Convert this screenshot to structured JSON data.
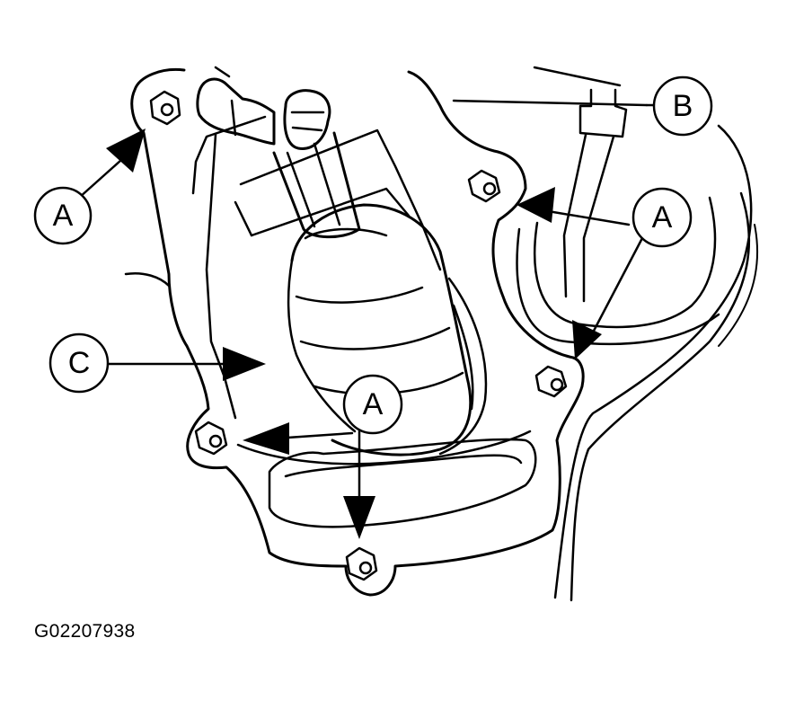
{
  "callouts": {
    "a1": "A",
    "a2": "A",
    "a3": "A",
    "b": "B",
    "c": "C"
  },
  "figure_id": "G02207938",
  "colors": {
    "ink": "#000000",
    "paper": "#ffffff"
  }
}
